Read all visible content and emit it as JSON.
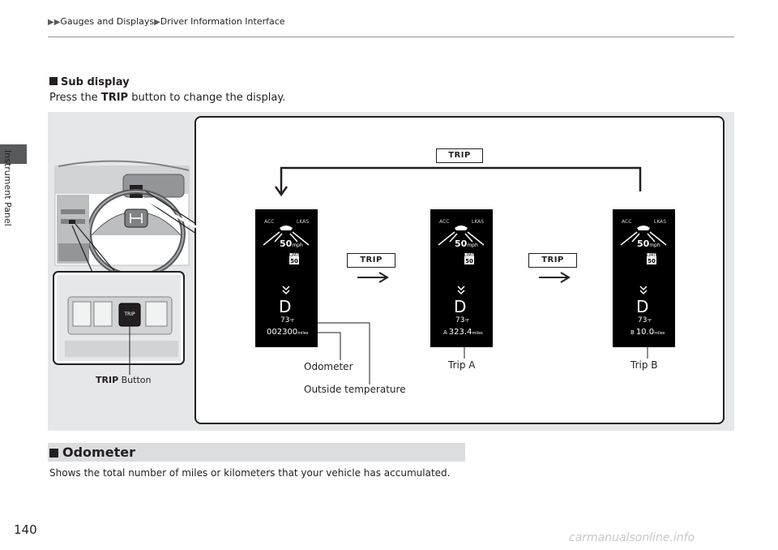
{
  "breadcrumb": {
    "section": "Gauges and Displays",
    "page": "Driver Information Interface"
  },
  "side_tab": "Instrument Panel",
  "sub_display": {
    "heading": "Sub display",
    "text_before": "Press the ",
    "text_bold": "TRIP",
    "text_after": " button to change the display."
  },
  "figure": {
    "trip_key_label": "TRIP",
    "trip_button_bold": "TRIP",
    "trip_button_text": " Button",
    "callouts": {
      "odometer": "Odometer",
      "outside_temperature": "Outside temperature",
      "trip_a": "Trip A",
      "trip_b": "Trip B"
    },
    "cluster_acc": "ACC",
    "cluster_lkas": "LKAS",
    "speed": "50",
    "speed_unit": "mph",
    "limit_word": "LIMIT",
    "limit_value": "50",
    "gear": "D",
    "temp": "73",
    "temp_unit": "°F",
    "odometer_value": "002300",
    "distance_unit": "miles",
    "trip_a_prefix": "A",
    "trip_a_value": "323.4",
    "trip_b_prefix": "B",
    "trip_b_value": "10.0"
  },
  "odometer_section": {
    "heading": "Odometer",
    "text": "Shows the total number of miles or kilometers that your vehicle has accumulated."
  },
  "page_number": "140",
  "watermark": "carmanualsonline.info"
}
